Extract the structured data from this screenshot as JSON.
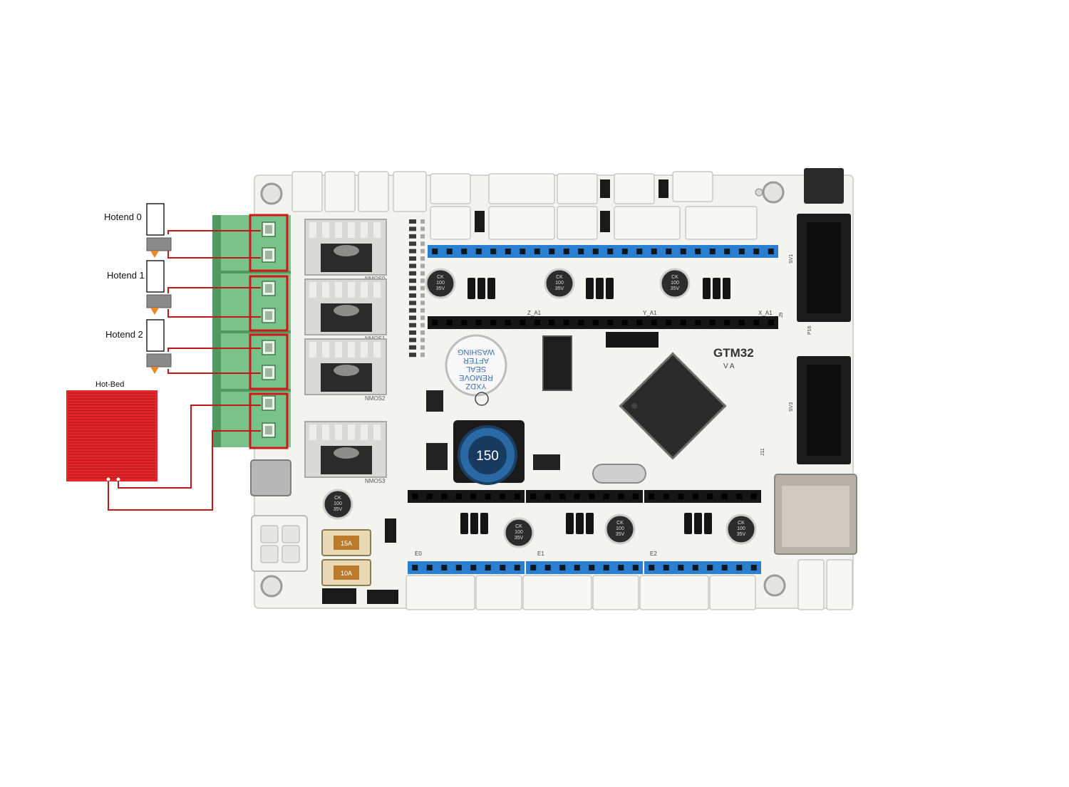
{
  "labels": {
    "hotend_0": "Hotend 0",
    "hotend_1": "Hotend 1",
    "hotend_2": "Hotend 2",
    "hot_bed": "Hot-Bed"
  },
  "board": {
    "name": "GTM32",
    "version": "V A",
    "inductor_value": "150",
    "buzzer_text": [
      "YXDZ",
      "REMOVE",
      "SEAL",
      "AFTER",
      "WASHING"
    ],
    "capacitor_text": [
      "CK",
      "100",
      "35V"
    ],
    "mosfet_labels": [
      "NMOS0",
      "NMOS1",
      "NMOS2",
      "NMOS3"
    ],
    "driver_labels": [
      "Z_A1",
      "Y_A1",
      "X_A1",
      "E0",
      "E1",
      "E2"
    ],
    "connector_labels": [
      "J9",
      "P16",
      "SV1",
      "SV3",
      "J11"
    ],
    "fuse_labels": [
      "15A",
      "10A"
    ]
  },
  "colors": {
    "wire": "#c01818",
    "highlight": "#d01818",
    "terminal": "#79c38a",
    "terminal_dark": "#4f9a60",
    "board": "#f3f3f0",
    "header_blue": "#2a7fd0",
    "header_black": "#161616",
    "hot_bed": "#e2262b",
    "nozzle": "#e8882a"
  }
}
